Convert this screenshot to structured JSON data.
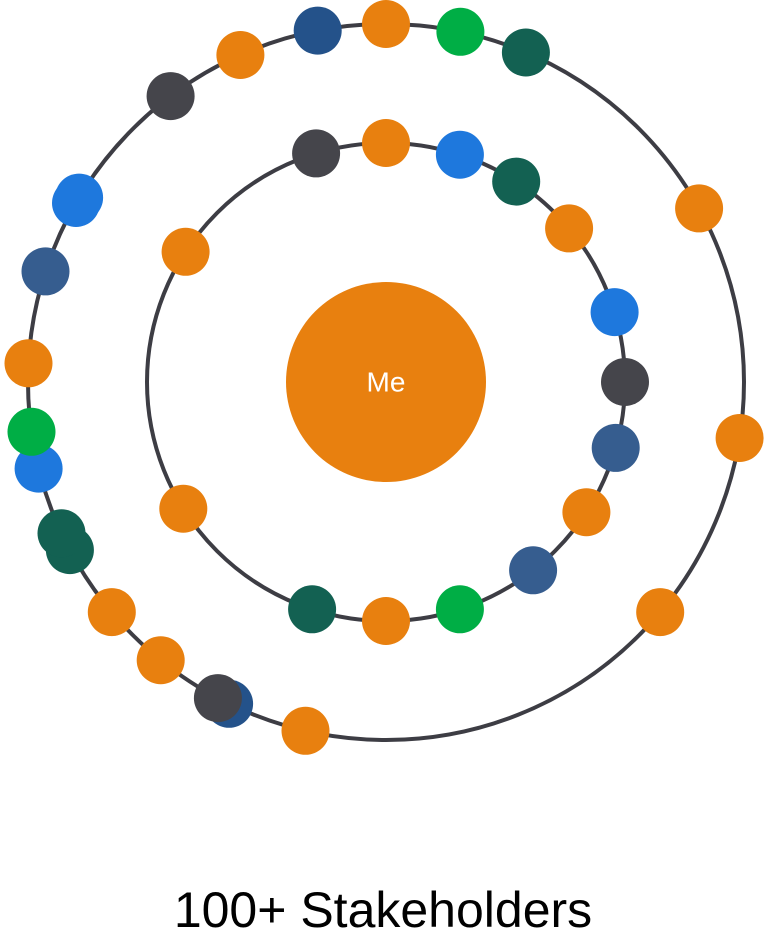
{
  "center": {
    "label": "Me"
  },
  "caption": "100+ Stakeholders",
  "colors": {
    "orange": "#E8800F",
    "charcoal": "#45454B",
    "blue": "#1E78DD",
    "teal": "#136152",
    "slate": "#365D8F",
    "navy": "#24528A",
    "green": "#00AE45",
    "ring": "#3D3D44"
  },
  "inner_ring_nodes": [
    "charcoal",
    "orange",
    "blue",
    "teal",
    "orange",
    "blue",
    "charcoal",
    "slate",
    "orange",
    "slate",
    "green",
    "orange",
    "teal",
    "orange",
    "orange"
  ],
  "outer_ring_nodes": [
    "navy",
    "orange",
    "green",
    "teal",
    "orange",
    "orange",
    "orange",
    "orange",
    "navy",
    "orange",
    "teal",
    "blue",
    "green",
    "orange",
    "slate",
    "blue",
    "charcoal",
    "orange",
    "charcoal",
    "orange",
    "teal",
    "blue"
  ]
}
